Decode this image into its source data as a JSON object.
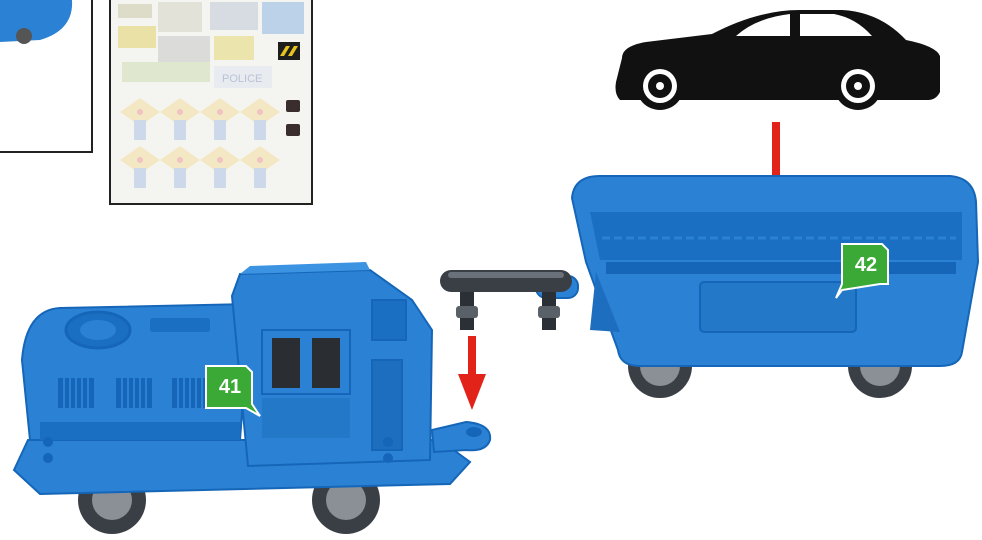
{
  "steps": {
    "locomotive": {
      "number": "41"
    },
    "wagon": {
      "number": "42"
    }
  },
  "sticker_sheet": {
    "text": "POLICE"
  },
  "colors": {
    "model_blue": "#2b82d4",
    "model_dark_blue": "#1566b8",
    "wheel_dark": "#3a3f46",
    "arrow_red": "#e2231a",
    "step_badge_green": "#3aa935",
    "car_black": "#111111"
  },
  "icons": [
    "car-silhouette-icon",
    "down-arrow-icon",
    "step-badge-icon"
  ]
}
